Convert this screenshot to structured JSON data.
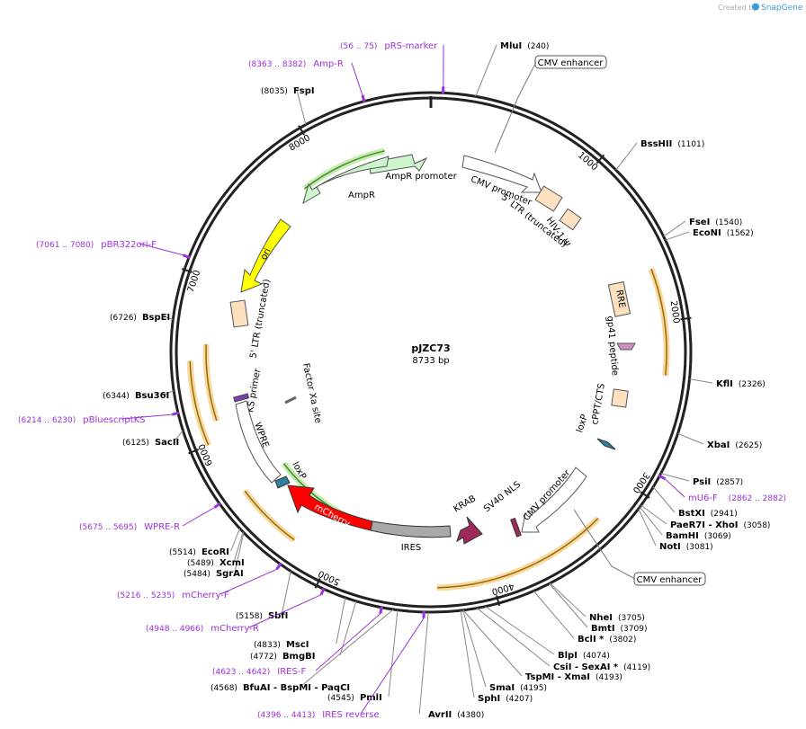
{
  "brand": {
    "created_by": "Created by",
    "product": "SnapGene"
  },
  "plasmid": {
    "name": "pJZC73",
    "size": "8733 bp",
    "length": 8733
  },
  "ticks": [
    "1000",
    "2000",
    "3000",
    "4000",
    "5000",
    "6000",
    "7000",
    "8000"
  ],
  "sites": [
    {
      "name": "MluI",
      "pos": "(240)"
    },
    {
      "name": "BssHII",
      "pos": "(1101)"
    },
    {
      "name": "FseI",
      "pos": "(1540)"
    },
    {
      "name": "EcoNI",
      "pos": "(1562)"
    },
    {
      "name": "KflI",
      "pos": "(2326)"
    },
    {
      "name": "XbaI",
      "pos": "(2625)"
    },
    {
      "name": "PsiI",
      "pos": "(2857)"
    },
    {
      "name": "BstXI",
      "pos": "(2941)"
    },
    {
      "name": "PaeR7I  - XhoI",
      "pos": "(3058)"
    },
    {
      "name": "BamHI",
      "pos": "(3069)"
    },
    {
      "name": "NotI",
      "pos": "(3081)"
    },
    {
      "name": "NheI",
      "pos": "(3705)"
    },
    {
      "name": "BmtI",
      "pos": "(3709)"
    },
    {
      "name": "BclI *",
      "pos": "(3802)"
    },
    {
      "name": "BlpI",
      "pos": "(4074)"
    },
    {
      "name": "CsiI  - SexAI *",
      "pos": "(4119)"
    },
    {
      "name": "TspMI  - XmaI",
      "pos": "(4193)"
    },
    {
      "name": "SmaI",
      "pos": "(4195)"
    },
    {
      "name": "SphI",
      "pos": "(4207)"
    },
    {
      "name": "AvrII",
      "pos": "(4380)"
    },
    {
      "name": "PmlI",
      "pos": "(4545)"
    },
    {
      "name": "BfuAI  - BspMI  - PaqCI",
      "pos": "(4568)"
    },
    {
      "name": "BmgBI",
      "pos": "(4772)"
    },
    {
      "name": "MscI",
      "pos": "(4833)"
    },
    {
      "name": "SbfI",
      "pos": "(5158)"
    },
    {
      "name": "SgrAI",
      "pos": "(5484)"
    },
    {
      "name": "XcmI",
      "pos": "(5489)"
    },
    {
      "name": "EcoRI",
      "pos": "(5514)"
    },
    {
      "name": "SacII",
      "pos": "(6125)"
    },
    {
      "name": "Bsu36I",
      "pos": "(6344)"
    },
    {
      "name": "BspEI",
      "pos": "(6726)"
    },
    {
      "name": "FspI",
      "pos": "(8035)"
    }
  ],
  "primers": [
    {
      "name": "pRS-marker",
      "pos": "(56 .. 75)"
    },
    {
      "name": "Amp-R",
      "pos": "(8363 .. 8382)"
    },
    {
      "name": "pBR322ori-F",
      "pos": "(7061 .. 7080)"
    },
    {
      "name": "pBluescriptKS",
      "pos": "(6214 .. 6230)"
    },
    {
      "name": "WPRE-R",
      "pos": "(5675 .. 5695)"
    },
    {
      "name": "mCherry-F",
      "pos": "(5216 .. 5235)"
    },
    {
      "name": "mCherry-R",
      "pos": "(4948 .. 4966)"
    },
    {
      "name": "IRES-F",
      "pos": "(4623 .. 4642)"
    },
    {
      "name": "IRES reverse",
      "pos": "(4396 .. 4413)"
    },
    {
      "name": "mU6-F",
      "pos": "(2862 .. 2882)"
    }
  ],
  "boxed_labels": [
    "CMV enhancer",
    "CMV enhancer"
  ],
  "features": {
    "cmv_promoter_1": "CMV promoter",
    "ltr5_1": "5' LTR (truncated)",
    "hiv_psi": "HIV-1 Ψ",
    "rre": "RRE",
    "gp41": "gp41 peptide",
    "cppt": "cPPT/CTS",
    "loxp_1": "loxP",
    "cmv_promoter_2": "CMV promoter",
    "sv40_nls": "SV40 NLS",
    "krab": "KRAB",
    "ires": "IRES",
    "mcherry": "mCherry",
    "loxp_2": "loxP",
    "wpre": "WPRE",
    "ks_primer": "KS primer",
    "factor_xa": "Factor Xa site",
    "ltr5_2": "5' LTR (truncated)",
    "ori": "ori",
    "ampr": "AmpR",
    "ampr_promoter": "AmpR promoter"
  },
  "colors": {
    "primer": "#9b30d9",
    "mcherry": "#ff0000",
    "ires": "#a9a9a9",
    "krab": "#9e2a5a",
    "ori": "#ffff00",
    "ampr": "#ccf5cc",
    "ltr": "#fde0c0",
    "orange_arc": "#f5a623",
    "green_arc": "#4caf50"
  }
}
